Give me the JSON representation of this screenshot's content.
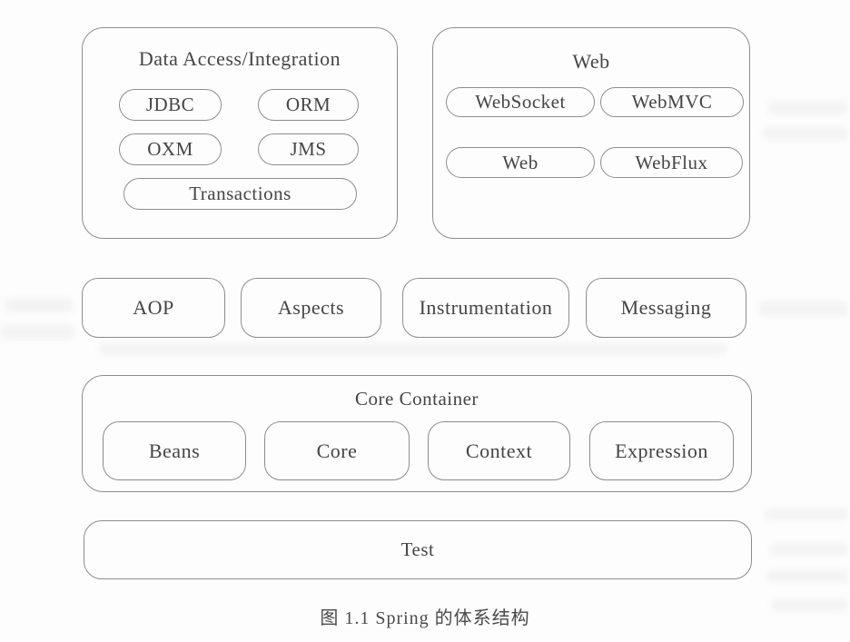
{
  "figure": {
    "caption": "图 1.1  Spring 的体系结构"
  },
  "groups": {
    "data_access": {
      "title": "Data Access/Integration",
      "items": [
        "JDBC",
        "ORM",
        "OXM",
        "JMS",
        "Transactions"
      ]
    },
    "web": {
      "title": "Web",
      "items": [
        "WebSocket",
        "WebMVC",
        "Web",
        "WebFlux"
      ]
    },
    "middleware": {
      "items": [
        "AOP",
        "Aspects",
        "Instrumentation",
        "Messaging"
      ]
    },
    "core_container": {
      "title": "Core Container",
      "items": [
        "Beans",
        "Core",
        "Context",
        "Expression"
      ]
    },
    "test": {
      "title": "Test"
    }
  },
  "colors": {
    "box_border": "#8d8d8d",
    "text": "#454545",
    "paper": "#fdfdfd"
  }
}
